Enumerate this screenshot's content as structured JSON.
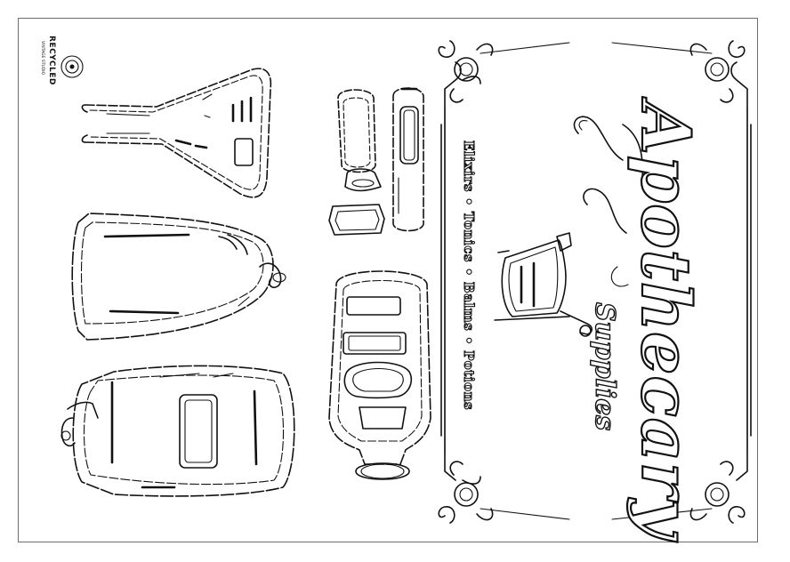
{
  "sign": {
    "title": "Apothecary",
    "subtitle": "Supplies",
    "tagline": "Elixirs • Tonics • Balms • Potions"
  },
  "logo": {
    "brand": "RECYCLED",
    "sub": "VINTAGE STUDIO"
  },
  "icons": {
    "flask": "erlenmeyer-flask-icon",
    "jar": "specimen-jar-icon",
    "mortar": "mortar-and-pestle-icon"
  },
  "colors": {
    "ink": "#111111",
    "frame": "#6e6e6e",
    "paper": "#ffffff"
  }
}
